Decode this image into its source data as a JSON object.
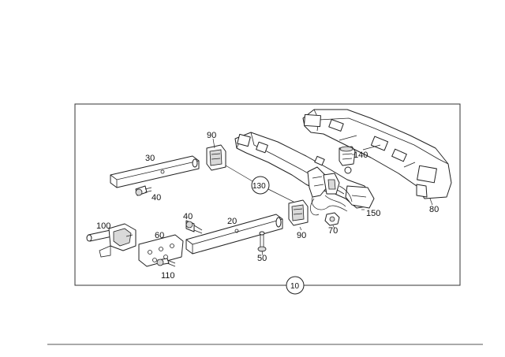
{
  "labels": {
    "p10": "10",
    "p20": "20",
    "p30": "30",
    "p40a": "40",
    "p40b": "40",
    "p50": "50",
    "p60": "60",
    "p70": "70",
    "p80": "80",
    "p90a": "90",
    "p90b": "90",
    "p100": "100",
    "p110": "110",
    "p130": "130",
    "p140": "140",
    "p150": "150"
  },
  "colors": {
    "line": "#222222",
    "background": "#ffffff",
    "shade": "#d9d9d9"
  }
}
